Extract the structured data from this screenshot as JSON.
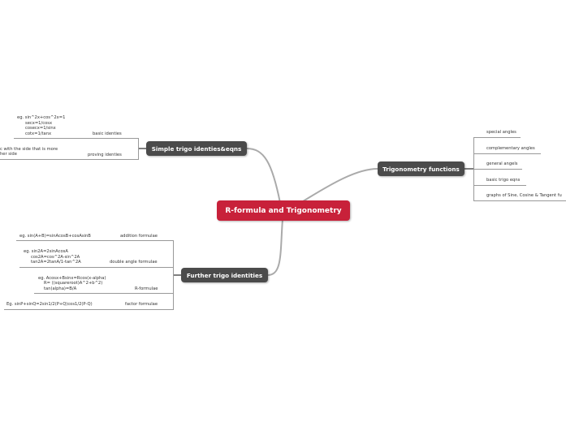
{
  "central": "R-formula and Trigonometry",
  "topics": {
    "simple": {
      "label": "Simple trigo identies&eqns",
      "basic": {
        "label": "basic identies",
        "lines": [
          "eg. sin^2x+cos^2x=1",
          "secx=1/cosx",
          "cosecx=1/sinx",
          "cotx=1/tanx"
        ]
      },
      "proving": {
        "label": "proving identies",
        "lines": [
          "c with the side that is more",
          "her side"
        ]
      }
    },
    "functions": {
      "label": "Trigonometry functions",
      "items": [
        "special angles",
        "complementary angles",
        "general angels",
        "basic trigo eqns",
        "graphs of Sine, Cosine & Tangent fu"
      ]
    },
    "further": {
      "label": "Further trigo identities",
      "addition": {
        "label": "addition formulae",
        "lines": [
          "eg. sin(A+B)=sinAcosB+cosAsinB"
        ]
      },
      "double": {
        "label": "double angle formulae",
        "lines": [
          "eg. sin2A=2sinAcosA",
          "cos2A=cos^2A-sin^2A",
          "tan2A=2tanA/1-tan^2A"
        ]
      },
      "r": {
        "label": "R-formulae",
        "lines": [
          "eg. Acosx+Bsinx=Rcos(x-alpha)",
          "R= ((squareroot)A^2+b^2)",
          "tan(alpha)=B/A"
        ]
      },
      "factor": {
        "label": "factor formulae",
        "lines": [
          "Eg. sinP+sinQ=2sin1/2(P+Q)cos1/2(P-Q)"
        ]
      }
    }
  },
  "colors": {
    "central": "#c8213a",
    "topic": "#4b4b4b",
    "line": "#999999"
  }
}
